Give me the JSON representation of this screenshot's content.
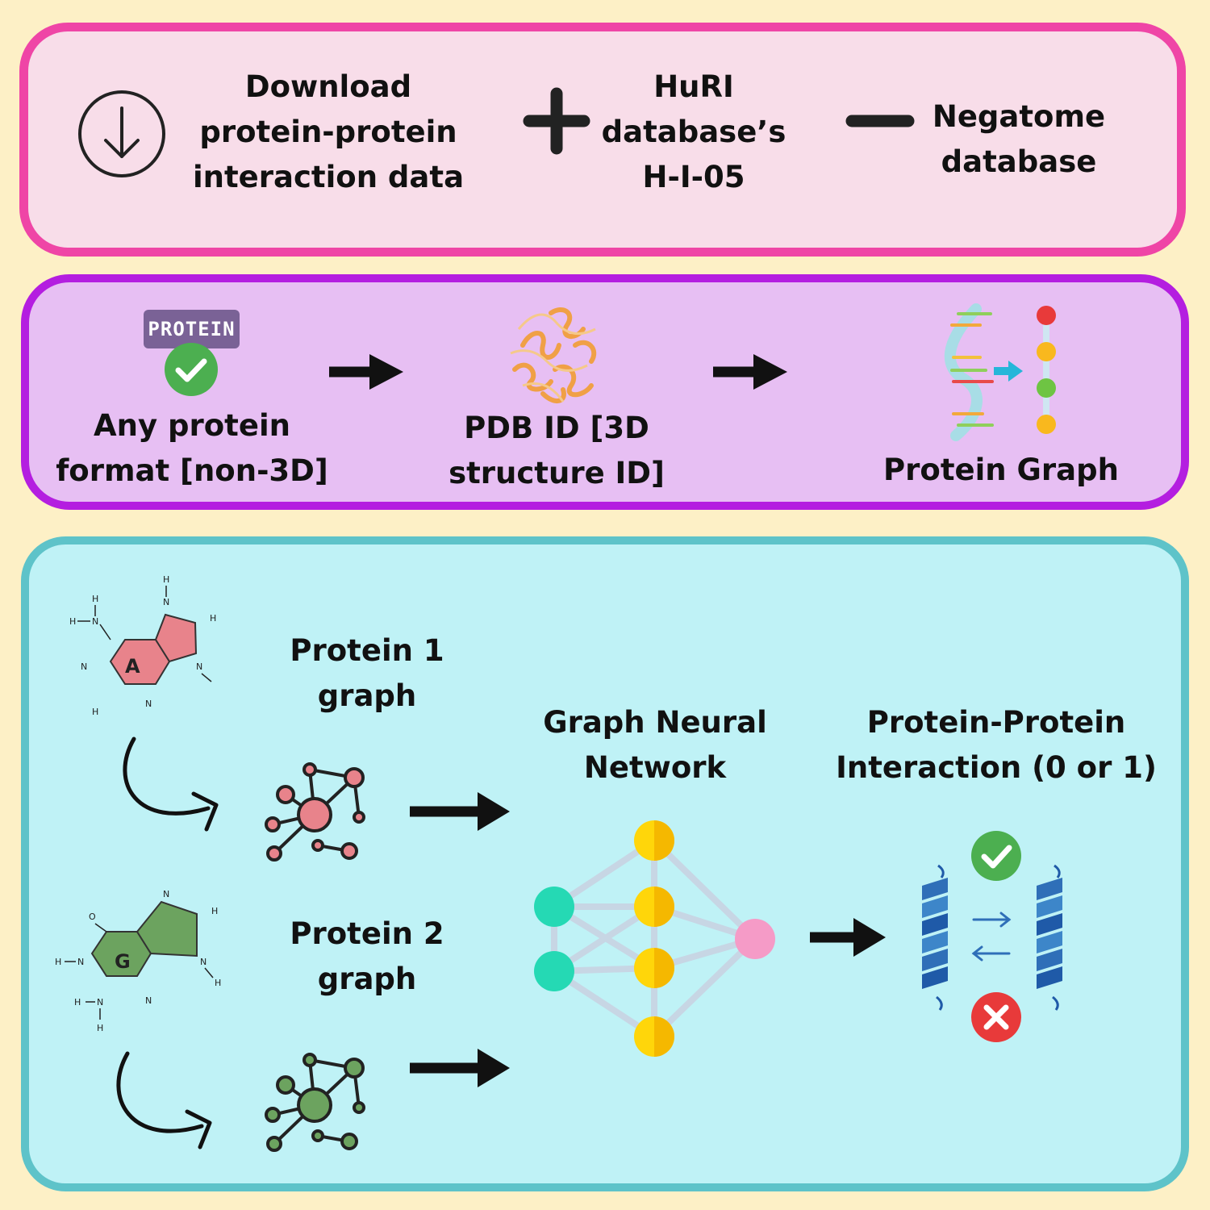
{
  "step1": {
    "download": [
      "Download",
      "protein-protein",
      "interaction data"
    ],
    "huri": [
      "HuRI",
      "database’s",
      "H-I-05"
    ],
    "negatome": [
      "Negatome",
      "database"
    ],
    "icons": [
      "download-icon",
      "plus-icon",
      "minus-icon"
    ]
  },
  "step2": {
    "protein_badge": "PROTEIN",
    "any_protein": [
      "Any protein",
      "format [non-3D]"
    ],
    "pdb": [
      "PDB ID [3D",
      "structure ID]"
    ],
    "protein_graph": "Protein Graph"
  },
  "step3": {
    "molecule_a": {
      "letter": "A",
      "atoms": [
        "H",
        "N",
        "H",
        "H",
        "N",
        "N",
        "N",
        "H",
        "H",
        "N"
      ]
    },
    "molecule_g": {
      "letter": "G",
      "atoms": [
        "N",
        "H",
        "O",
        "N",
        "H",
        "H",
        "N",
        "H",
        "N",
        "N",
        "H"
      ]
    },
    "protein1": [
      "Protein 1",
      "graph"
    ],
    "protein2": [
      "Protein 2",
      "graph"
    ],
    "gnn": [
      "Graph Neural",
      "Network"
    ],
    "ppi": [
      "Protein-Protein",
      "Interaction (0 or 1)"
    ]
  },
  "colors": {
    "background": "#fdf0c6",
    "panel1_fill": "#f8dde9",
    "panel1_border": "#ef45a6",
    "panel2_fill": "#e7bff3",
    "panel2_border": "#b41ee0",
    "panel3_fill": "#bff2f6",
    "panel3_border": "#5ec3c9",
    "protein1_graph": "#e8737e",
    "protein2_graph": "#6ca35f",
    "gnn_input": "#25d9b4",
    "gnn_hidden": "#ffd60a",
    "gnn_output": "#f59bc7",
    "check": "#4caf50",
    "cross": "#e83a3a"
  }
}
